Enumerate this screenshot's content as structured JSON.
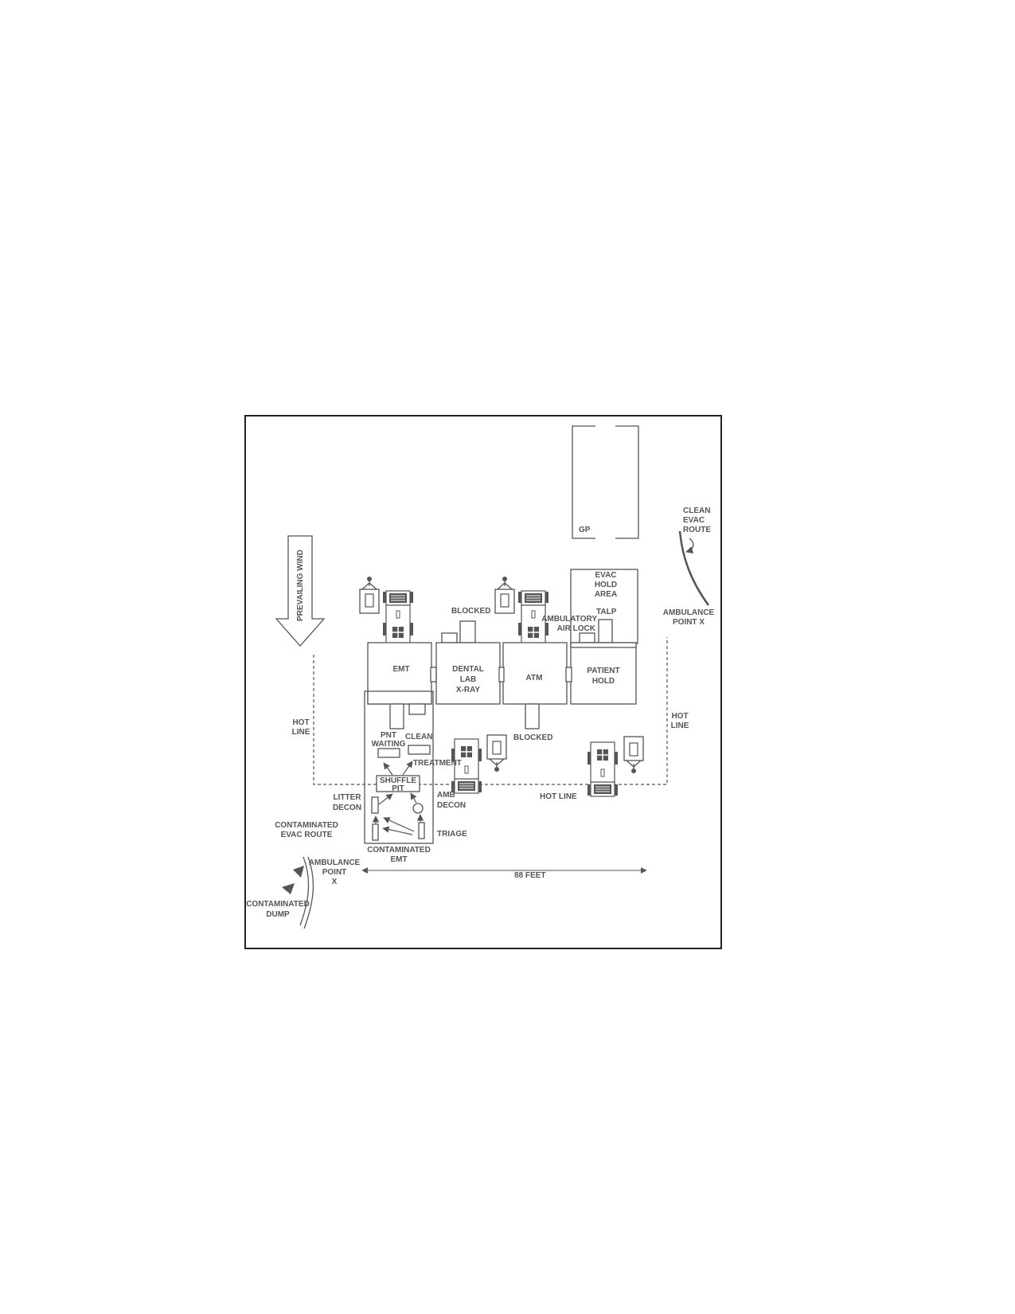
{
  "colors": {
    "ink": "#555555",
    "frame": "#222222",
    "background": "#ffffff"
  },
  "labels": {
    "gp": "GP",
    "clean_evac_route": [
      "CLEAN",
      "EVAC",
      "ROUTE"
    ],
    "evac_hold_area": [
      "EVAC",
      "HOLD",
      "AREA"
    ],
    "talp": "TALP",
    "ambulatory_air_lock": [
      "AMBULATORY",
      "AIR LOCK"
    ],
    "ambulance_point_x_right": [
      "AMBULANCE",
      "POINT X"
    ],
    "prevailing_wind": "PREVAILING WIND",
    "blocked_top": "BLOCKED",
    "blocked_bottom": "BLOCKED",
    "emt": "EMT",
    "dental_lab_xray": [
      "DENTAL",
      "LAB",
      "X-RAY"
    ],
    "atm": "ATM",
    "patient_hold": [
      "PATIENT",
      "HOLD"
    ],
    "hot_line_left": [
      "HOT",
      "LINE"
    ],
    "hot_line_right": [
      "HOT",
      "LINE"
    ],
    "hot_line_bottom": "HOT LINE",
    "pnt_waiting": [
      "PNT",
      "WAITING"
    ],
    "clean": "CLEAN",
    "treatment": "TREATMENT",
    "shuffle_pit": [
      "SHUFFLE",
      "PIT"
    ],
    "litter_decon": [
      "LITTER",
      "DECON"
    ],
    "amb_decon": [
      "AMB",
      "DECON"
    ],
    "triage": "TRIAGE",
    "contaminated_emt": [
      "CONTAMINATED",
      "EMT"
    ],
    "contaminated_evac_route": [
      "CONTAMINATED",
      "EVAC ROUTE"
    ],
    "ambulance_point_x_left": [
      "AMBULANCE",
      "POINT",
      "X"
    ],
    "contaminated_dump": [
      "CONTAMINATED",
      "DUMP"
    ],
    "scale": "88 FEET"
  }
}
